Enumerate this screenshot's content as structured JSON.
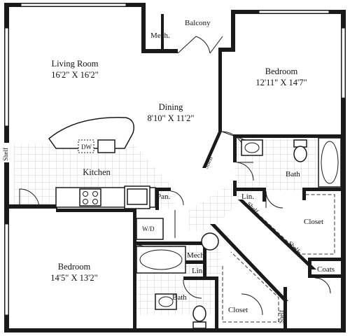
{
  "rooms": {
    "balcony": {
      "name": "Balcony"
    },
    "mech_top": {
      "name": "Mech."
    },
    "living": {
      "name": "Living Room",
      "dims": "16'2\" X 16'2\""
    },
    "dining": {
      "name": "Dining",
      "dims": "8'10\" X 11'2\""
    },
    "bedroom1": {
      "name": "Bedroom",
      "dims": "12'11\" X 14'7\""
    },
    "kitchen": {
      "name": "Kitchen"
    },
    "pantry": {
      "name": "Pan."
    },
    "dishwasher": {
      "name": "DW"
    },
    "washer_dryer": {
      "name": "W/D"
    },
    "bath1": {
      "name": "Bath"
    },
    "linen1": {
      "name": "Lin."
    },
    "closet1": {
      "name": "Closet"
    },
    "coats": {
      "name": "Coats"
    },
    "bedroom2": {
      "name": "Bedroom",
      "dims": "14'5\" X 13'2\""
    },
    "mech_mid": {
      "name": "Mech."
    },
    "linen2": {
      "name": "Lin."
    },
    "bath2": {
      "name": "Bath"
    },
    "closet2": {
      "name": "Closet"
    }
  },
  "shelves": {
    "label": "Shelf"
  }
}
